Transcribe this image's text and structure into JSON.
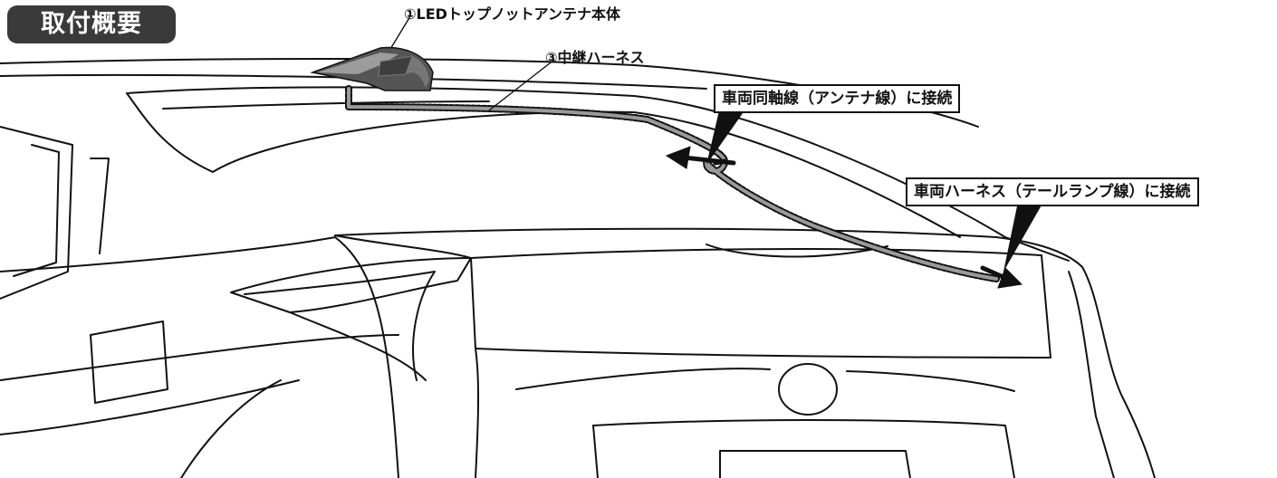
{
  "title": "取付概要",
  "labels": {
    "antenna": "①LEDトップノットアンテナ本体",
    "relay_harness": "③中継ハーネス",
    "coax_connect": "車両同軸線（アンテナ線）に接続",
    "harness_connect": "車両ハーネス（テールランプ線）に接続"
  },
  "colors": {
    "badge_bg": "#3a3a3a",
    "line": "#111111",
    "cable_fill": "#9a9a9a",
    "antenna_dark": "#555555",
    "antenna_light": "#9c9c9c"
  }
}
